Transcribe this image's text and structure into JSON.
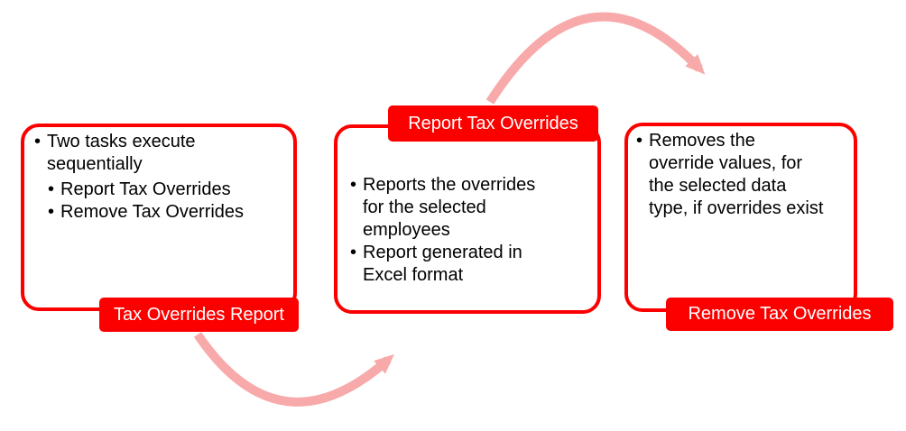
{
  "colors": {
    "accent_red": "#fc0000",
    "arrow_pink": "#f8a9a9",
    "text": "#000000",
    "background": "#ffffff"
  },
  "glyphs": {
    "bullet": "•"
  },
  "cards": [
    {
      "id": "tax-overrides-report",
      "label": "Tax Overrides Report",
      "label_position": "bottom-right",
      "bullets": [
        {
          "level": 1,
          "text": "Two tasks execute sequentially"
        },
        {
          "level": 2,
          "text": "Report Tax Overrides"
        },
        {
          "level": 2,
          "text": "Remove Tax Overrides"
        }
      ]
    },
    {
      "id": "report-tax-overrides",
      "label": "Report Tax Overrides",
      "label_position": "top-right",
      "bullets": [
        {
          "level": 1,
          "text": "Reports the overrides for the selected employees"
        },
        {
          "level": 1,
          "text": "Report generated in Excel format"
        }
      ]
    },
    {
      "id": "remove-tax-overrides",
      "label": "Remove Tax Overrides",
      "label_position": "bottom-right",
      "bullets": [
        {
          "level": 1,
          "text": "Removes the override values, for the selected data type, if overrides exist"
        }
      ]
    }
  ],
  "arrows": [
    {
      "name": "curved-arrow-top",
      "color": "#f8a9a9",
      "path": "from Report Tax Overrides label arcing up and right"
    },
    {
      "name": "curved-arrow-bottom",
      "color": "#f8a9a9",
      "path": "from Tax Overrides Report label arcing down and right"
    }
  ]
}
